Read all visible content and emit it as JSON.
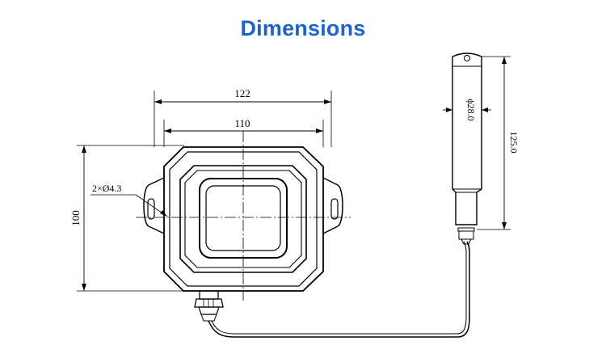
{
  "title": "Dimensions",
  "dimensions": {
    "outer_width": "122",
    "inner_width": "110",
    "height": "100",
    "hole_spec": "2×Ø4.3",
    "probe_diameter": "ϕ28.0",
    "probe_length": "125.0"
  }
}
